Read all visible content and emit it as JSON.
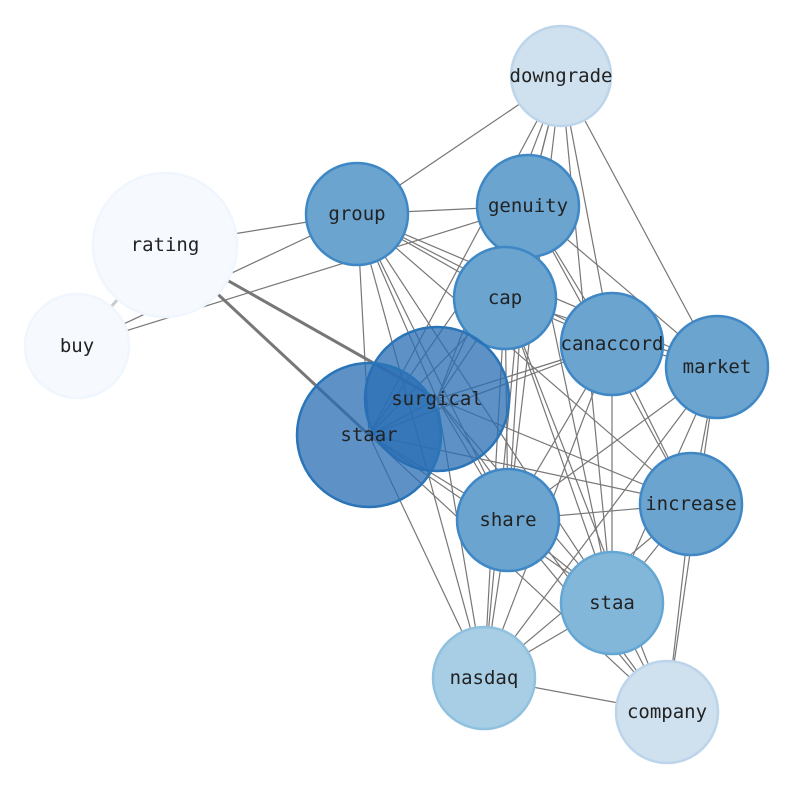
{
  "chart_data": {
    "type": "network",
    "title": "",
    "nodes": [
      {
        "id": "downgrade",
        "label": "downgrade",
        "color": "#c6dbef"
      },
      {
        "id": "rating",
        "label": "rating",
        "color": "#f7fbff"
      },
      {
        "id": "buy",
        "label": "buy",
        "color": "#f7fbff"
      },
      {
        "id": "group",
        "label": "group",
        "color": "#3182bd"
      },
      {
        "id": "genuity",
        "label": "genuity",
        "color": "#3182bd"
      },
      {
        "id": "cap",
        "label": "cap",
        "color": "#3182bd"
      },
      {
        "id": "canaccord",
        "label": "canaccord",
        "color": "#3182bd"
      },
      {
        "id": "market",
        "label": "market",
        "color": "#3182bd"
      },
      {
        "id": "surgical",
        "label": "surgical",
        "color": "#08519c"
      },
      {
        "id": "staar",
        "label": "staar",
        "color": "#08519c"
      },
      {
        "id": "increase",
        "label": "increase",
        "color": "#3182bd"
      },
      {
        "id": "share",
        "label": "share",
        "color": "#3182bd"
      },
      {
        "id": "staa",
        "label": "staa",
        "color": "#6baed6"
      },
      {
        "id": "nasdaq",
        "label": "nasdaq",
        "color": "#9ecae1"
      },
      {
        "id": "company",
        "label": "company",
        "color": "#c6dbef"
      }
    ],
    "edges": [
      [
        "rating",
        "buy",
        2
      ],
      [
        "rating",
        "staar",
        2
      ],
      [
        "rating",
        "surgical",
        2
      ],
      [
        "rating",
        "group",
        1
      ],
      [
        "buy",
        "group",
        1
      ],
      [
        "buy",
        "genuity",
        1
      ],
      [
        "downgrade",
        "group",
        1
      ],
      [
        "downgrade",
        "genuity",
        1
      ],
      [
        "downgrade",
        "cap",
        1
      ],
      [
        "downgrade",
        "surgical",
        1
      ],
      [
        "downgrade",
        "staar",
        1
      ],
      [
        "downgrade",
        "share",
        1
      ],
      [
        "downgrade",
        "canaccord",
        1
      ],
      [
        "downgrade",
        "market",
        1
      ],
      [
        "downgrade",
        "staa",
        1
      ],
      [
        "group",
        "genuity",
        1
      ],
      [
        "group",
        "cap",
        1
      ],
      [
        "group",
        "canaccord",
        1
      ],
      [
        "group",
        "market",
        1
      ],
      [
        "group",
        "surgical",
        1
      ],
      [
        "group",
        "staar",
        1
      ],
      [
        "group",
        "share",
        1
      ],
      [
        "group",
        "staa",
        1
      ],
      [
        "group",
        "increase",
        1
      ],
      [
        "group",
        "nasdaq",
        1
      ],
      [
        "genuity",
        "cap",
        1
      ],
      [
        "genuity",
        "canaccord",
        1
      ],
      [
        "genuity",
        "market",
        1
      ],
      [
        "genuity",
        "surgical",
        1
      ],
      [
        "genuity",
        "staar",
        1
      ],
      [
        "genuity",
        "share",
        1
      ],
      [
        "genuity",
        "increase",
        1
      ],
      [
        "genuity",
        "staa",
        1
      ],
      [
        "genuity",
        "nasdaq",
        1
      ],
      [
        "cap",
        "canaccord",
        1
      ],
      [
        "cap",
        "market",
        1
      ],
      [
        "cap",
        "surgical",
        1
      ],
      [
        "cap",
        "staar",
        1
      ],
      [
        "cap",
        "share",
        1
      ],
      [
        "cap",
        "staa",
        1
      ],
      [
        "cap",
        "nasdaq",
        1
      ],
      [
        "cap",
        "company",
        1
      ],
      [
        "canaccord",
        "surgical",
        1
      ],
      [
        "canaccord",
        "staar",
        1
      ],
      [
        "canaccord",
        "share",
        1
      ],
      [
        "canaccord",
        "staa",
        1
      ],
      [
        "canaccord",
        "nasdaq",
        1
      ],
      [
        "canaccord",
        "increase",
        1
      ],
      [
        "canaccord",
        "market",
        1
      ],
      [
        "market",
        "share",
        1
      ],
      [
        "market",
        "increase",
        1
      ],
      [
        "market",
        "staa",
        1
      ],
      [
        "market",
        "nasdaq",
        1
      ],
      [
        "market",
        "company",
        1
      ],
      [
        "surgical",
        "staar",
        1
      ],
      [
        "surgical",
        "share",
        1
      ],
      [
        "surgical",
        "increase",
        1
      ],
      [
        "surgical",
        "staa",
        1
      ],
      [
        "surgical",
        "nasdaq",
        1
      ],
      [
        "surgical",
        "company",
        1
      ],
      [
        "staar",
        "share",
        1
      ],
      [
        "staar",
        "increase",
        1
      ],
      [
        "staar",
        "staa",
        1
      ],
      [
        "staar",
        "nasdaq",
        1
      ],
      [
        "staar",
        "company",
        1
      ],
      [
        "share",
        "increase",
        1
      ],
      [
        "share",
        "staa",
        1
      ],
      [
        "share",
        "nasdaq",
        1
      ],
      [
        "share",
        "company",
        1
      ],
      [
        "increase",
        "staa",
        1
      ],
      [
        "increase",
        "nasdaq",
        1
      ],
      [
        "increase",
        "company",
        1
      ],
      [
        "staa",
        "nasdaq",
        1
      ],
      [
        "staa",
        "company",
        1
      ],
      [
        "nasdaq",
        "company",
        1
      ]
    ]
  }
}
